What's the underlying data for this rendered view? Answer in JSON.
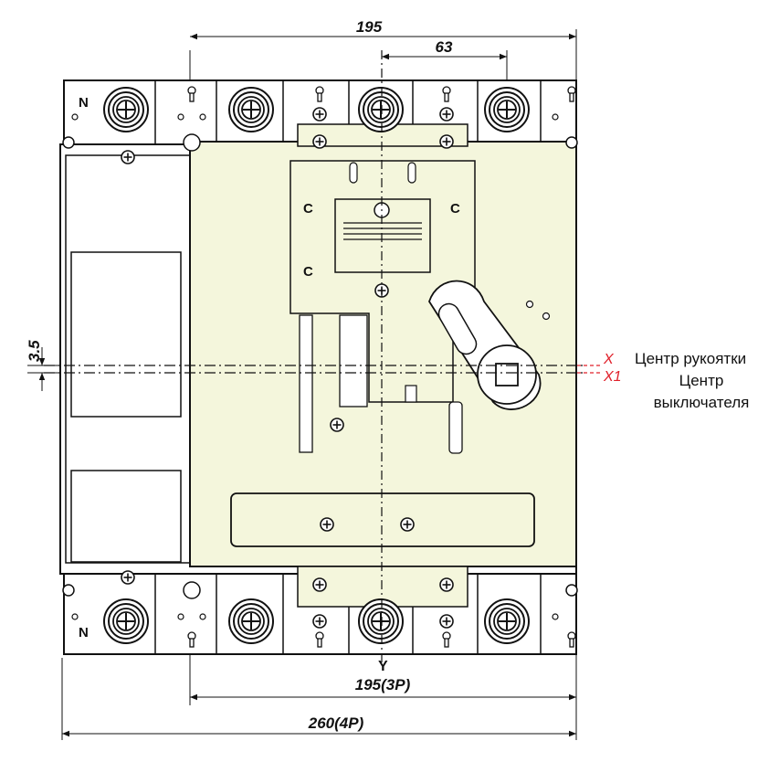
{
  "dimensions": {
    "top_width": "195",
    "handle_offset": "63",
    "vertical_offset": "3.5",
    "width_3p": "195(3P)",
    "width_4p": "260(4P)"
  },
  "axes": {
    "x": "X",
    "x1": "X1",
    "y": "Y"
  },
  "labels": {
    "handle_center": "Центр рукоятки",
    "breaker_center_line1": "Центр",
    "breaker_center_line2": "выключателя",
    "neutral_top": "N",
    "neutral_bottom": "N"
  },
  "colors": {
    "panel_fill": "#f4f6dc",
    "line": "#111111",
    "axis_red": "#e0202a"
  }
}
